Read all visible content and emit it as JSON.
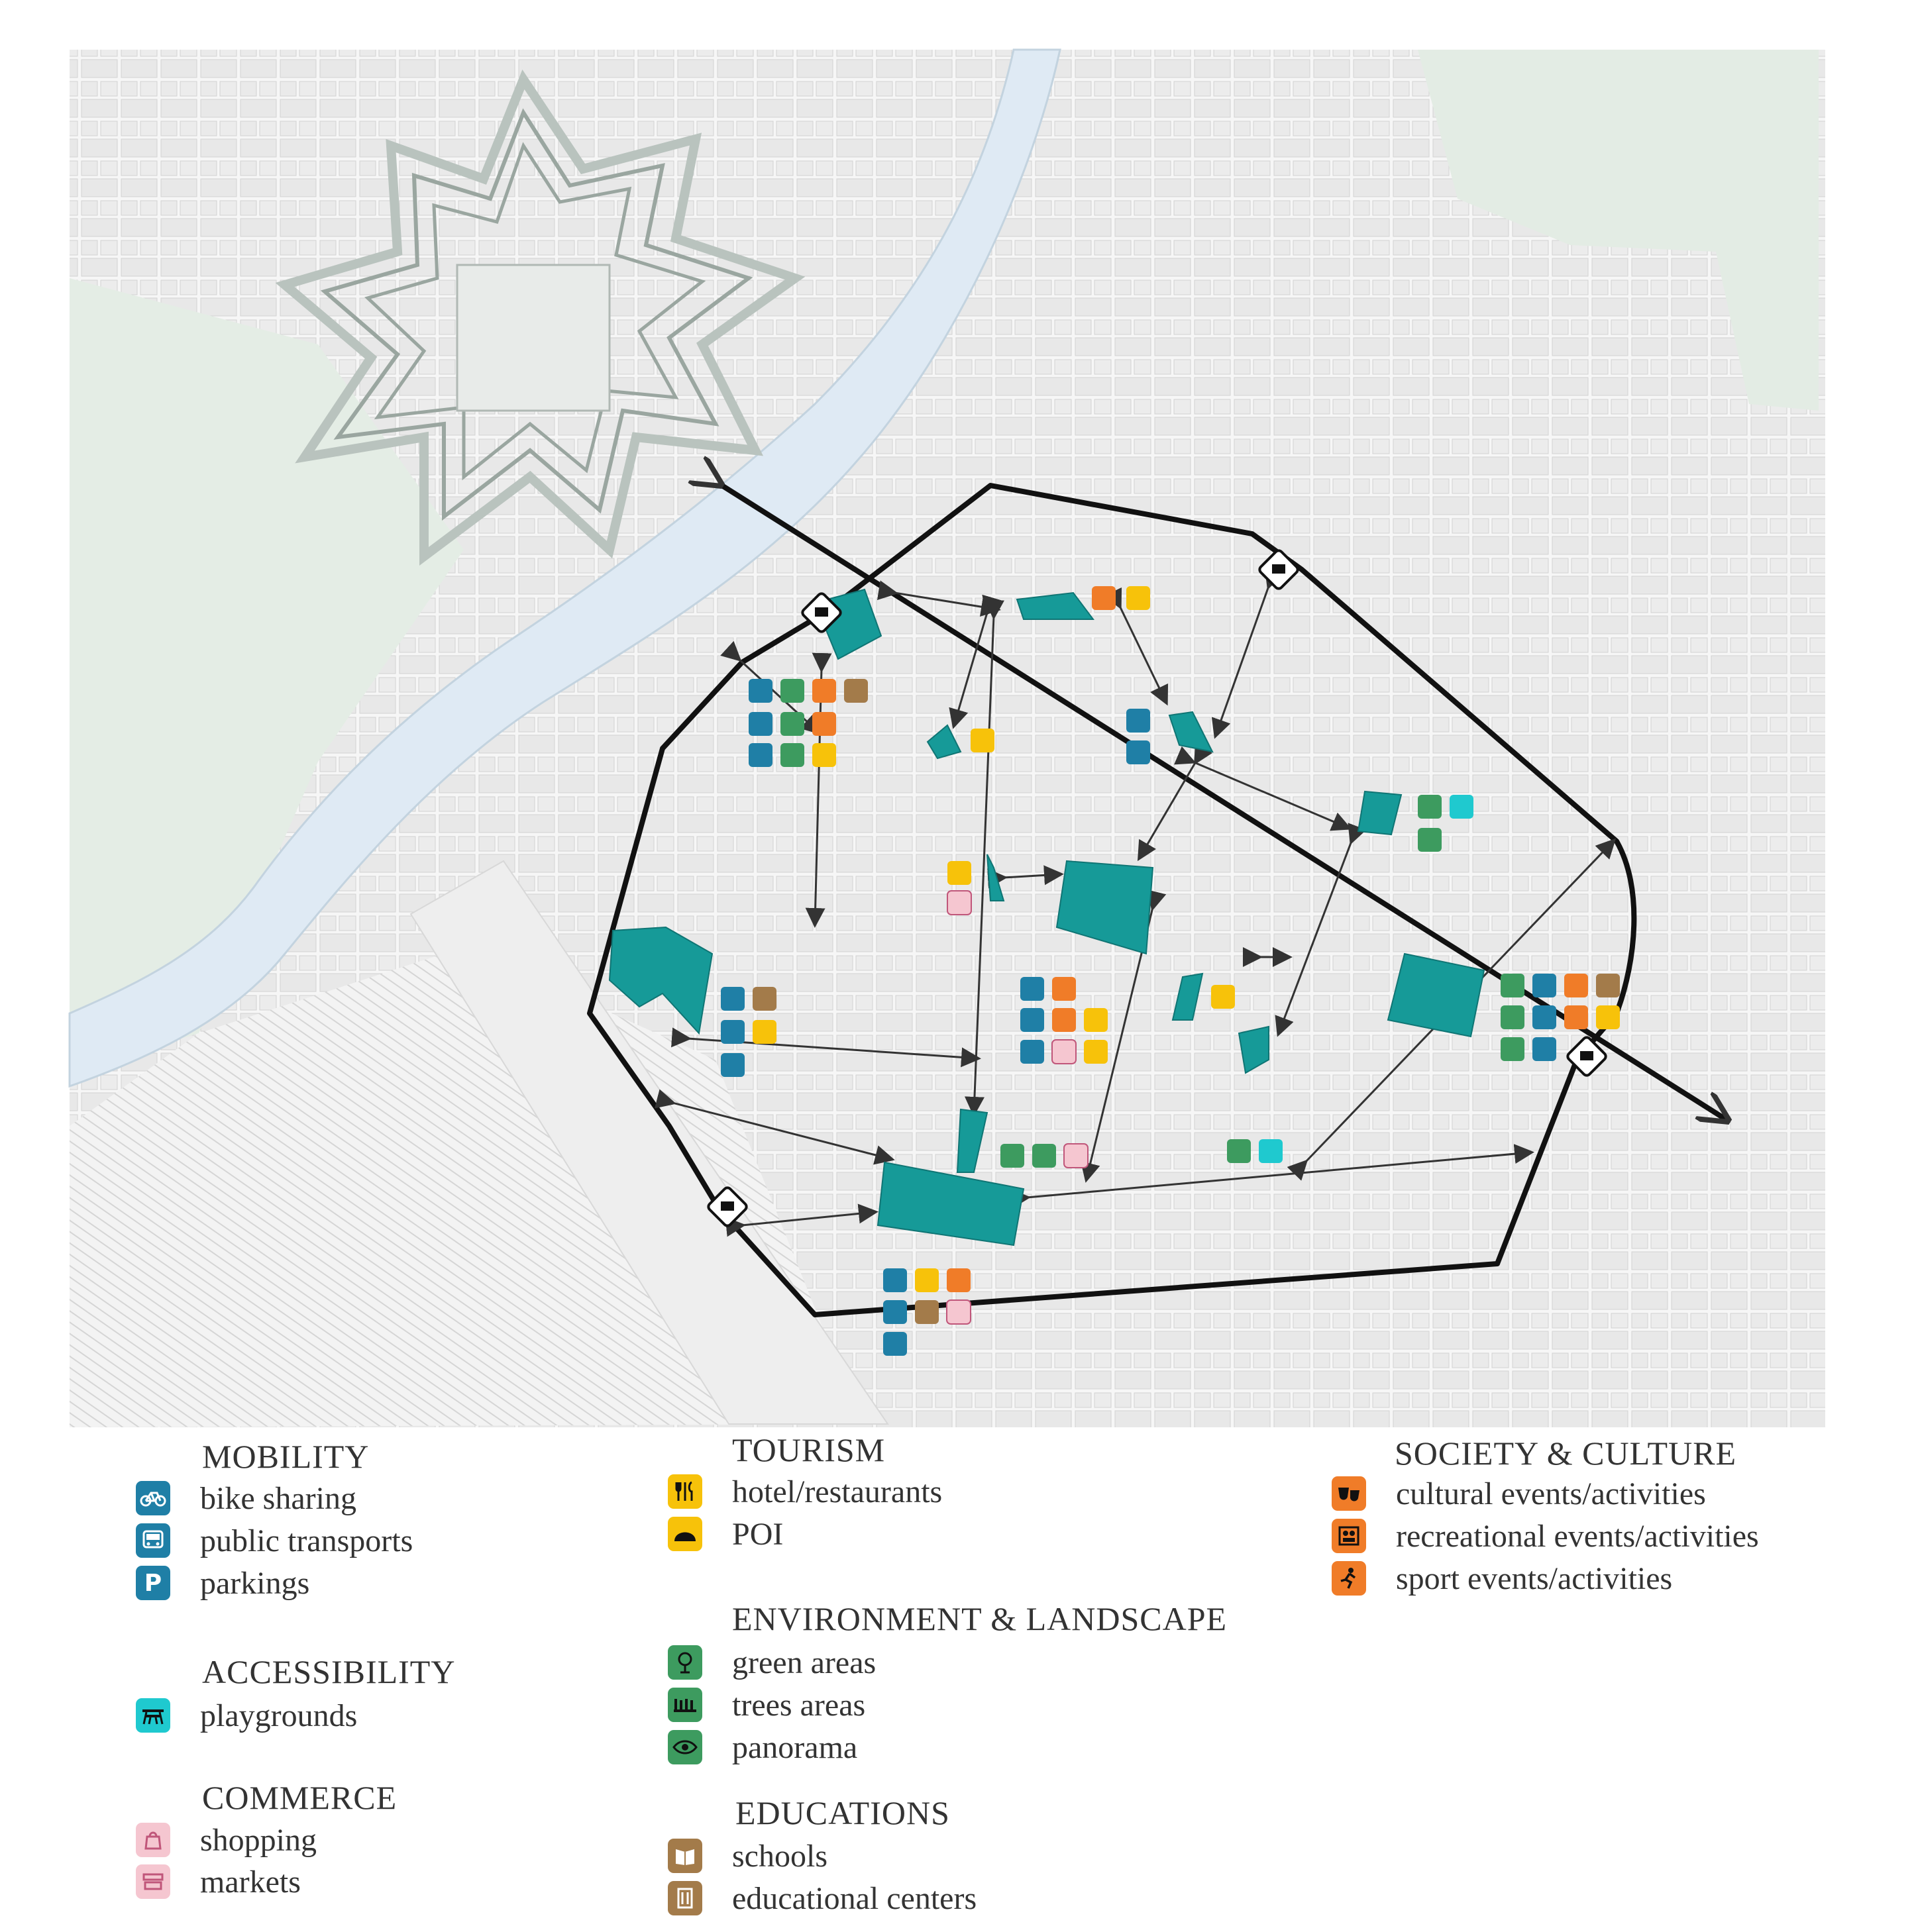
{
  "colors": {
    "mobility": "#1f7fa6",
    "accessibility": "#1fc9cf",
    "commerce": "#f5c6d0",
    "commerce_stroke": "#c0567a",
    "tourism": "#f7c20a",
    "environment": "#3d9b5f",
    "educations": "#a37b4a",
    "society": "#f07c28",
    "route": "#111111",
    "project_area": "#169a98",
    "river": "#dde9f3",
    "green": "#e4ede5"
  },
  "legend": {
    "mobility": {
      "title": "MOBILITY",
      "items": [
        {
          "label": "bike sharing",
          "icon": "bike-icon"
        },
        {
          "label": "public transports",
          "icon": "bus-icon"
        },
        {
          "label": "parkings",
          "icon": "parking-icon"
        }
      ]
    },
    "accessibility": {
      "title": "ACCESSIBILITY",
      "items": [
        {
          "label": "playgrounds",
          "icon": "playground-icon"
        }
      ]
    },
    "commerce": {
      "title": "COMMERCE",
      "items": [
        {
          "label": "shopping",
          "icon": "shopping-bag-icon"
        },
        {
          "label": "markets",
          "icon": "market-stall-icon"
        }
      ]
    },
    "tourism": {
      "title": "TOURISM",
      "items": [
        {
          "label": "hotel/restaurants",
          "icon": "cutlery-icon"
        },
        {
          "label": "POI",
          "icon": "poi-icon"
        }
      ]
    },
    "environment": {
      "title": "ENVIRONMENT & LANDSCAPE",
      "items": [
        {
          "label": "green areas",
          "icon": "tree-icon"
        },
        {
          "label": "trees areas",
          "icon": "forest-icon"
        },
        {
          "label": "panorama",
          "icon": "eye-icon"
        }
      ]
    },
    "educations": {
      "title": "EDUCATIONS",
      "items": [
        {
          "label": "schools",
          "icon": "book-icon"
        },
        {
          "label": "educational centers",
          "icon": "building-icon"
        }
      ]
    },
    "society": {
      "title": "SOCIETY & CULTURE",
      "items": [
        {
          "label": "cultural events/activities",
          "icon": "theatre-icon"
        },
        {
          "label": "recreational events/activities",
          "icon": "recreation-icon"
        },
        {
          "label": "sport events/activities",
          "icon": "runner-icon"
        }
      ]
    }
  },
  "map": {
    "markers": [
      {
        "group": "hub-bridge",
        "icons": [
          "bike",
          "bus",
          "parking",
          "tree",
          "forest",
          "eye",
          "recreation",
          "runner",
          "poi",
          "building"
        ]
      },
      {
        "group": "hub-west",
        "icons": [
          "bike",
          "bus",
          "parking",
          "book",
          "cutlery"
        ]
      },
      {
        "group": "hub-center",
        "icons": [
          "bike",
          "bus",
          "parking",
          "theatre",
          "recreation",
          "cutlery",
          "poi",
          "shopping"
        ]
      },
      {
        "group": "hub-east",
        "icons": [
          "tree",
          "forest",
          "eye",
          "bike",
          "bus",
          "parking",
          "theatre",
          "recreation",
          "book",
          "poi"
        ]
      },
      {
        "group": "hub-south",
        "icons": [
          "bike",
          "bus",
          "parking",
          "cutlery",
          "book",
          "recreation",
          "market"
        ]
      }
    ]
  }
}
